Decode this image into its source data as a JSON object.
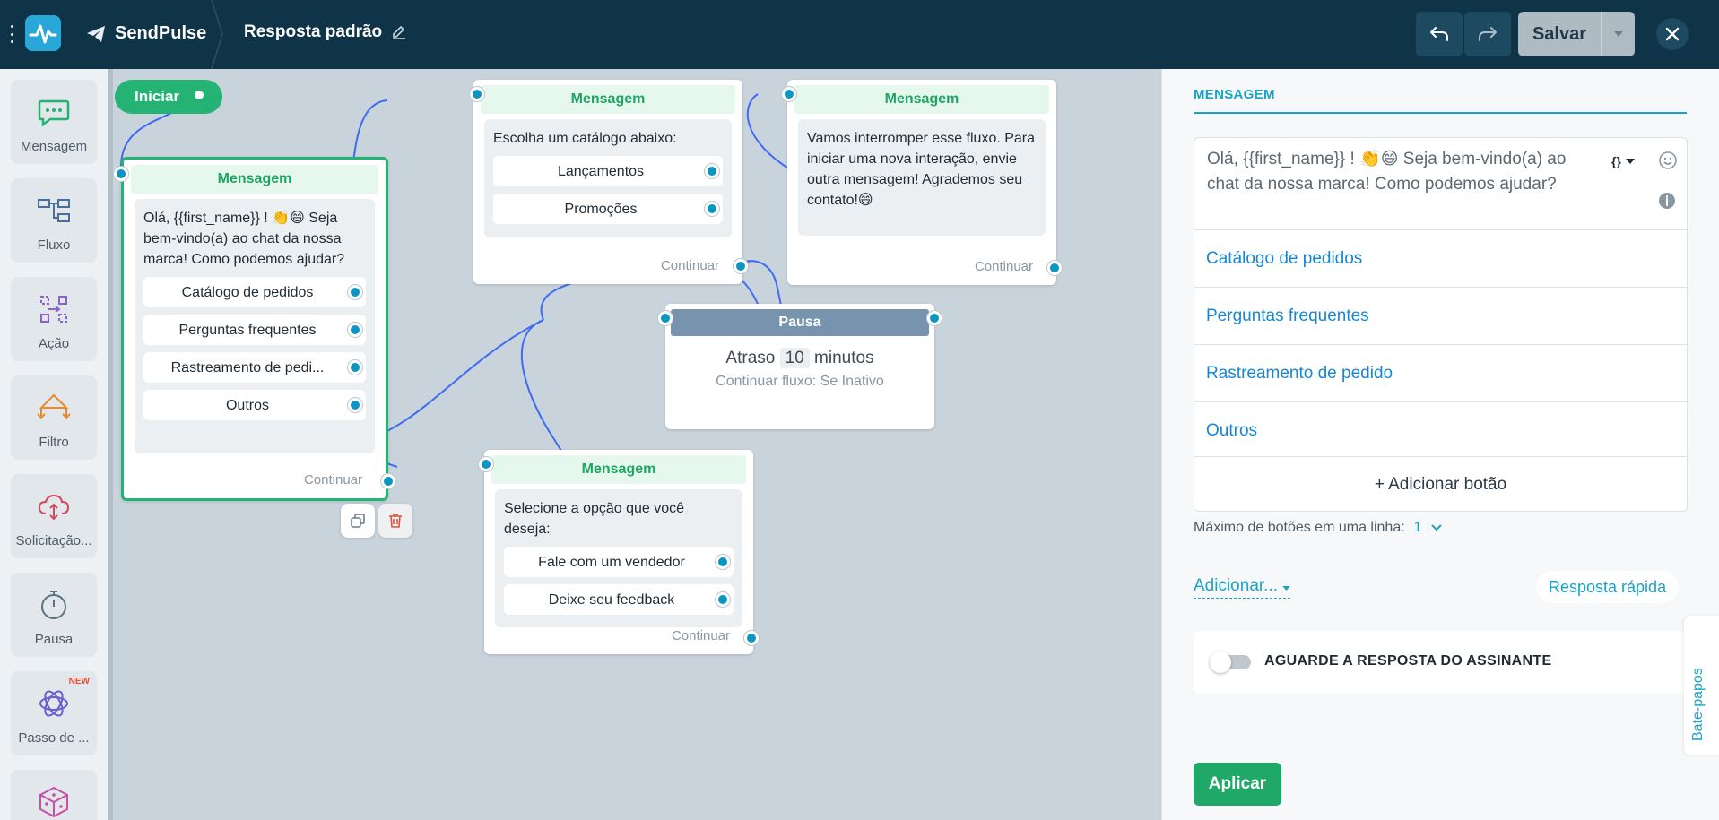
{
  "topbar": {
    "brand": "SendPulse",
    "flow_title": "Resposta padrão",
    "save_label": "Salvar",
    "icons": [
      "menu-dots-icon",
      "pulse-logo-icon",
      "telegram-icon",
      "edit-pencil-icon",
      "undo-icon",
      "redo-icon",
      "caret-down-icon",
      "close-icon"
    ]
  },
  "sidebar": {
    "items": [
      {
        "label": "Mensagem",
        "icon": "chat-bubble-icon",
        "color": "#25b373"
      },
      {
        "label": "Fluxo",
        "icon": "flow-icon",
        "color": "#4a6d9a"
      },
      {
        "label": "Ação",
        "icon": "action-icon",
        "color": "#8b62c8"
      },
      {
        "label": "Filtro",
        "icon": "filter-icon",
        "color": "#e98a2f"
      },
      {
        "label": "Solicitação...",
        "icon": "cloud-request-icon",
        "color": "#d7485c"
      },
      {
        "label": "Pausa",
        "icon": "stopwatch-icon",
        "color": "#5b7283"
      },
      {
        "label": "Passo de ...",
        "icon": "ai-step-icon",
        "color": "#6a5ed0",
        "badge": "NEW"
      },
      {
        "label": "",
        "icon": "dice-icon",
        "color": "#c54ea8"
      }
    ]
  },
  "canvas": {
    "start_label": "Iniciar",
    "node1": {
      "title": "Mensagem",
      "text": "Olá,  {{first_name}} ! 👏😄 Seja bem-vindo(a) ao chat da nossa marca! Como podemos ajudar?",
      "buttons": [
        "Catálogo de pedidos",
        "Perguntas frequentes",
        "Rastreamento de pedi...",
        "Outros"
      ],
      "continue": "Continuar"
    },
    "node2": {
      "title": "Mensagem",
      "text": "Escolha um catálogo abaixo:",
      "buttons": [
        "Lançamentos",
        "Promoções"
      ],
      "continue": "Continuar"
    },
    "node3": {
      "title": "Mensagem",
      "text": "Vamos interromper esse fluxo. Para iniciar uma nova interação, envie outra mensagem! Agrademos seu contato!😄",
      "continue": "Continuar"
    },
    "pause": {
      "title": "Pausa",
      "delay_prefix": "Atraso",
      "delay_value": "10",
      "delay_unit": "minutos",
      "continue_text": "Continuar fluxo: Se Inativo"
    },
    "node4": {
      "title": "Mensagem",
      "text": "Selecione a opção que você deseja:",
      "buttons": [
        "Fale com um vendedor",
        "Deixe seu feedback"
      ],
      "continue": "Continuar"
    },
    "node_actions": [
      "copy-icon",
      "trash-icon"
    ]
  },
  "panel": {
    "title": "MENSAGEM",
    "message_text": "Olá,  {{first_name}} ! 👏😄 Seja bem-vindo(a) ao chat da nossa marca! Como podemos ajudar?",
    "variables_label": "{}",
    "buttons": [
      "Catálogo de pedidos",
      "Perguntas frequentes",
      "Rastreamento de pedido",
      "Outros"
    ],
    "add_button": "+ Adicionar botão",
    "max_buttons_label": "Máximo de botões em uma linha:",
    "max_buttons_value": "1",
    "add_dropdown": "Adicionar...",
    "quick_reply": "Resposta rápida",
    "wait_toggle_label": "AGUARDE A RESPOSTA DO ASSINANTE",
    "wait_toggle_on": false,
    "side_tab": "Bate-papos",
    "apply": "Aplicar"
  },
  "colors": {
    "topbar": "#0f3347",
    "accent": "#1aa3c8",
    "green": "#25b373",
    "port": "#0d95c2",
    "wire": "#3f6bf0"
  }
}
